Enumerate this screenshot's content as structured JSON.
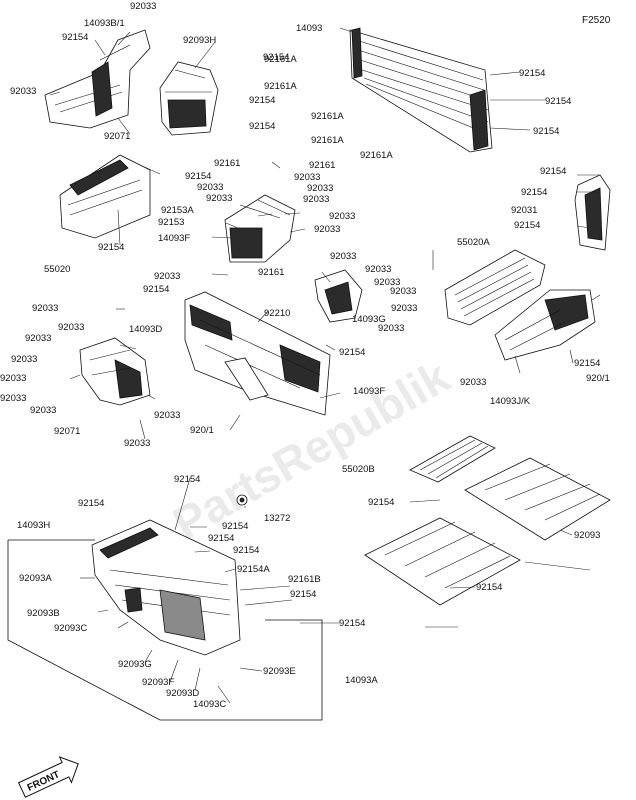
{
  "diagram_code": "F2520",
  "watermark": "PartsRepublik",
  "front_label": "FRONT",
  "labels": [
    "92033",
    "14093B/1",
    "92154",
    "14093",
    "92093H",
    "92154",
    "92161A",
    "92161A",
    "92154",
    "92154",
    "92154",
    "92033",
    "92071",
    "92154",
    "92161A",
    "92161A",
    "92161A",
    "92154",
    "92161",
    "92161",
    "92154",
    "92033",
    "92033",
    "92033",
    "92033",
    "92153A",
    "92033",
    "92153",
    "92033",
    "14093F",
    "92154",
    "92033",
    "92154",
    "92031",
    "92154",
    "55020",
    "92154",
    "55020A",
    "92033",
    "92154",
    "92033",
    "92161",
    "92033",
    "92033",
    "92210",
    "92033",
    "14093G",
    "92033",
    "92033",
    "92154",
    "92033",
    "92033",
    "92033",
    "14093D",
    "92033",
    "92033",
    "92033",
    "92033",
    "92033",
    "92071",
    "92033",
    "920/1",
    "14093F",
    "92033",
    "92154",
    "920/1",
    "14093J/K",
    "55020B",
    "92154",
    "92154",
    "13272",
    "92154",
    "92154",
    "92154",
    "92154",
    "92154A",
    "92161B",
    "92154",
    "92154",
    "14093H",
    "92093",
    "92093A",
    "92093B",
    "92093C",
    "92093G",
    "92093F",
    "92093D",
    "92093E",
    "14093C",
    "14093A",
    "92154"
  ]
}
